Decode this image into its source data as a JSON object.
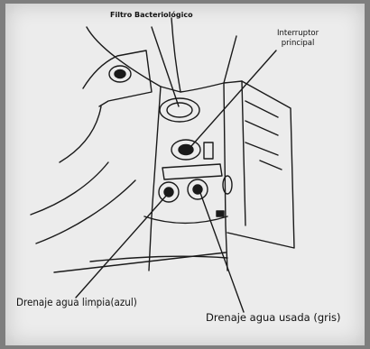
{
  "labels": {
    "bacterial_filter": "Filtro Bacteriológico",
    "main_switch_line1": "Interruptor",
    "main_switch_line2": "principal",
    "clean_water_drain": "Drenaje agua limpia(azul)",
    "used_water_drain": "Drenaje agua usada (gris)"
  },
  "colors": {
    "paper": "#ececec",
    "ink": "#1a1a1a"
  }
}
